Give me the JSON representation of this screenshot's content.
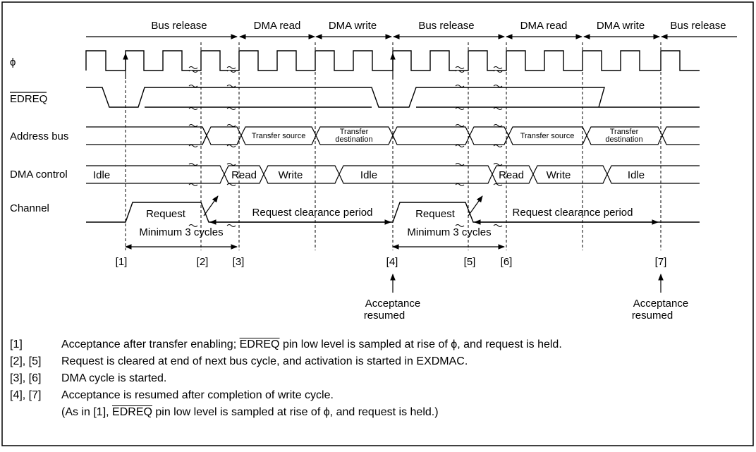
{
  "signals": {
    "clock": "ϕ",
    "edreq": "EDREQ",
    "address_bus": "Address bus",
    "dma_control": "DMA control",
    "channel": "Channel"
  },
  "phases": [
    "Bus release",
    "DMA read",
    "DMA write",
    "Bus release",
    "DMA read",
    "DMA write",
    "Bus release"
  ],
  "address_values": [
    "Transfer source",
    "Transfer",
    "destination",
    "Transfer source",
    "Transfer",
    "destination"
  ],
  "dma_control_values": [
    "Idle",
    "Read",
    "Write",
    "Idle",
    "Read",
    "Write",
    "Idle"
  ],
  "channel_labels": {
    "request": "Request",
    "clearance": "Request clearance period",
    "minimum": "Minimum 3 cycles"
  },
  "markers": [
    "[1]",
    "[2]",
    "[3]",
    "[4]",
    "[5]",
    "[6]",
    "[7]"
  ],
  "acceptance": [
    "Acceptance",
    "resumed"
  ],
  "notes": [
    {
      "num": "[1]",
      "pre": "Acceptance after transfer enabling; ",
      "sig": "EDREQ",
      "post": " pin low level is sampled at rise of ϕ, and request is held."
    },
    {
      "num": "[2], [5]",
      "pre": "Request is cleared at end of next bus cycle, and activation is started in EXDMAC.",
      "sig": "",
      "post": ""
    },
    {
      "num": "[3], [6]",
      "pre": "DMA cycle is started.",
      "sig": "",
      "post": ""
    },
    {
      "num": "[4], [7]",
      "pre": "Acceptance is resumed after completion of write cycle.",
      "sig": "",
      "post": ""
    },
    {
      "num": "",
      "pre": "(As in [1], ",
      "sig": "EDREQ",
      "post": " pin low level is sampled at rise of ϕ, and request is held.)"
    }
  ]
}
